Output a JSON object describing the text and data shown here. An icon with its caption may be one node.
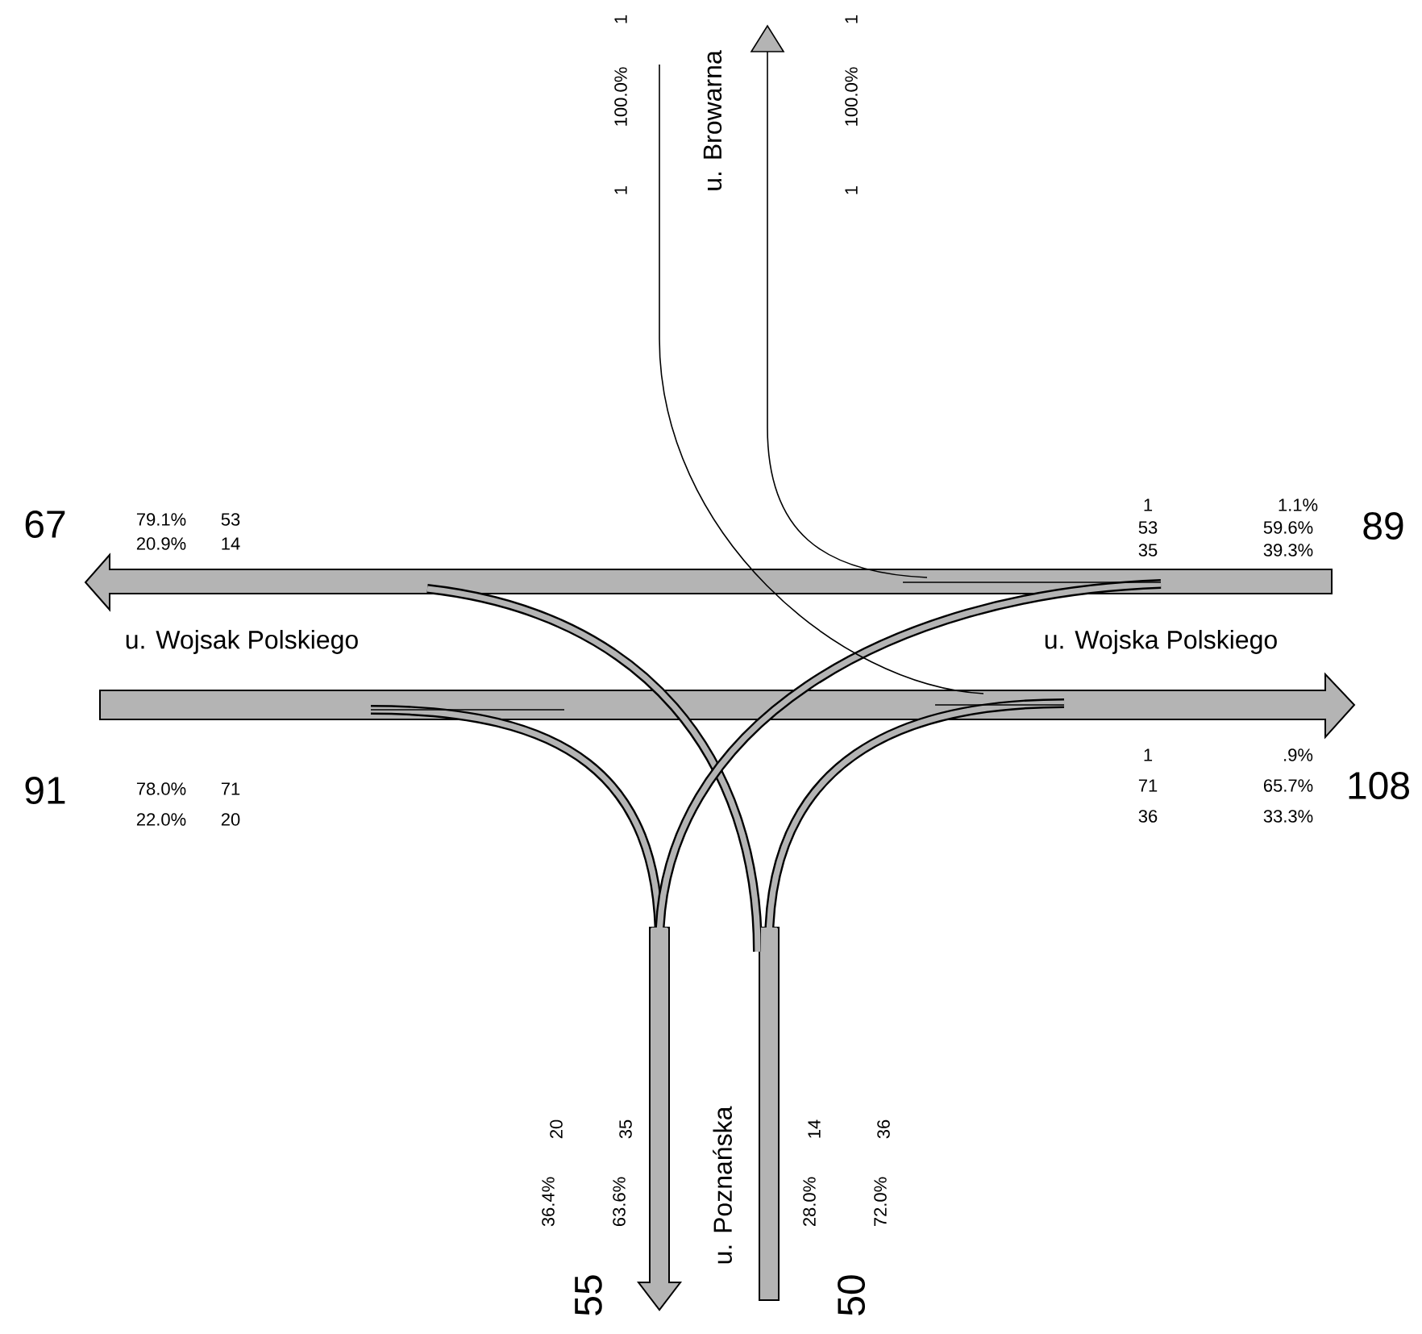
{
  "diagram": {
    "labels": [
      "1",
      "100.0%",
      "1",
      "u. Browarna",
      "1",
      "100.0%",
      "1",
      "1",
      "1.1%",
      "67",
      "79.1%",
      "53",
      "53",
      "59.6%",
      "89",
      "20.9%",
      "14",
      "35",
      "39.3%",
      "u. Wojsak Polskiego",
      "u. Wojska Polskiego",
      "1",
      ".9%",
      "91",
      "78.0%",
      "71",
      "71",
      "65.7%",
      "108",
      "22.0%",
      "20",
      "36",
      "33.3%",
      "20",
      "35",
      "14",
      "36",
      "36.4%",
      "63.6%",
      "u. Poznańska",
      "28.0%",
      "72.0%",
      "55",
      "50"
    ]
  }
}
